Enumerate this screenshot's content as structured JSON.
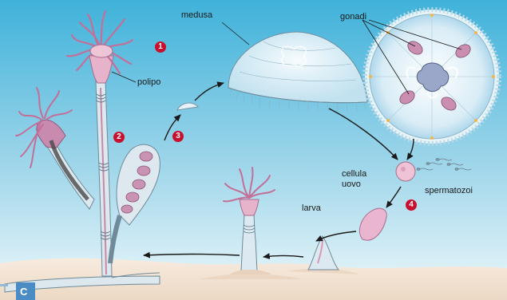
{
  "labels": {
    "medusa": "medusa",
    "gonadi": "gonadi",
    "polipo": "polipo",
    "cellula_uovo_line1": "cellula",
    "cellula_uovo_line2": "uovo",
    "spermatozoi": "spermatozoi",
    "larva": "larva"
  },
  "steps": [
    "1",
    "2",
    "3",
    "4"
  ],
  "panel_letter": "C",
  "colors": {
    "sky_top": "#43b5dc",
    "sky_bottom": "#e6f4fa",
    "sand": "#f3e6d8",
    "step_badge": "#c8102e",
    "tissue_pink": "#e7b4cc",
    "arrow": "#1a1a1a"
  }
}
